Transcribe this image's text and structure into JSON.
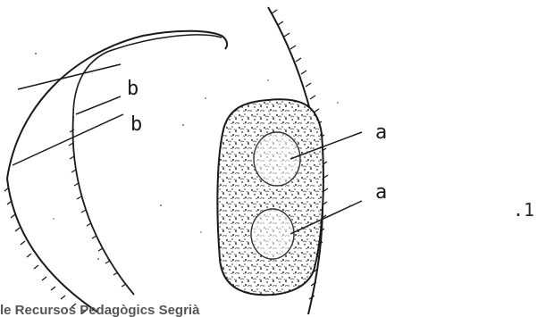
{
  "figure": {
    "labels": {
      "a_upper": "a",
      "a_lower": "a",
      "b_upper": "b",
      "b_lower": "b"
    },
    "figure_number": ".1",
    "source_caption": "le Recursos Pedagògics Segrià"
  },
  "colors": {
    "ink": "#1a1a1a",
    "caption": "#555555",
    "background": "#ffffff"
  }
}
